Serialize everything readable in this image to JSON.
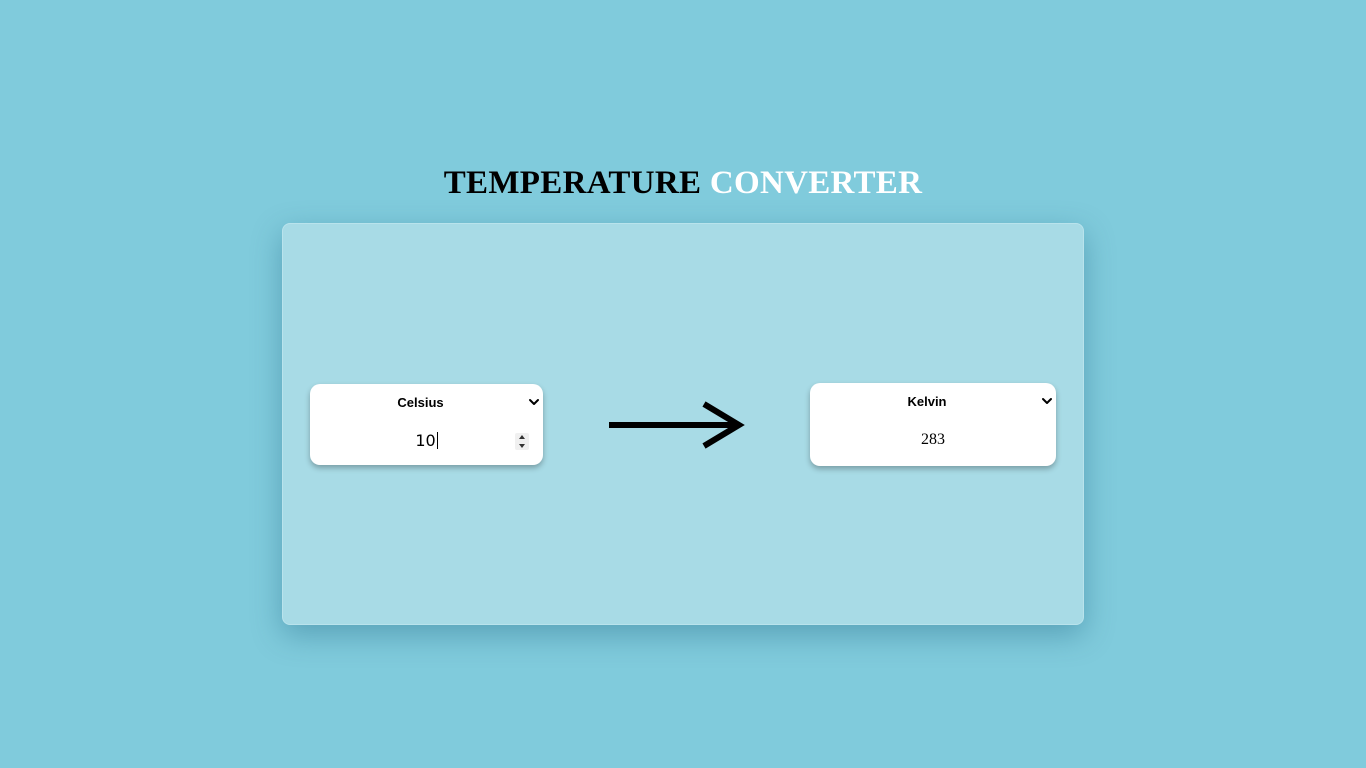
{
  "title": {
    "part1": "TEMPERATURE",
    "part2": "CONVERTER"
  },
  "colors": {
    "background": "#80cbdc",
    "panel": "#a8dbe6",
    "title_primary": "#000000",
    "title_accent": "#ffffff"
  },
  "from": {
    "unit": "Celsius",
    "value": "10"
  },
  "to": {
    "unit": "Kelvin",
    "value": "283"
  },
  "icons": {
    "arrow": "arrow-right-icon",
    "select": "chevron-down-icon",
    "spinner_up": "spin-up-icon",
    "spinner_down": "spin-down-icon"
  }
}
